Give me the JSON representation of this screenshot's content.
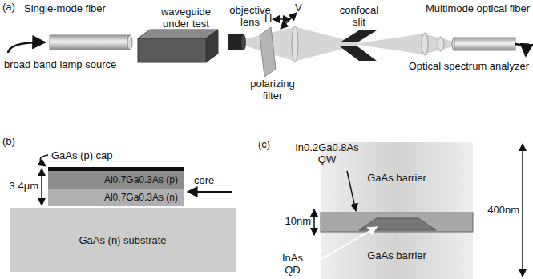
{
  "diagram": {
    "nodes": [
      {
        "text": [
          "Al0.7Ga0.3As (p)"
        ]
      },
      {
        "text": [
          "Al0.7Ga0.3As (n)"
        ]
      },
      {
        "text": [
          "GaAs (n) substrate"
        ]
      },
      {
        "text": [
          "GaAs barrier"
        ]
      },
      {
        "text": [
          "GaAs barrier"
        ]
      }
    ],
    "labels": [
      "(a)",
      "Single-mode fiber",
      "broad band lamp source",
      "waveguide under test",
      "objective lens",
      "H",
      "V",
      "polarizing filter",
      "confocal slit",
      "Multimode optical fiber",
      "Optical spectrum analyzer",
      "(b)",
      "GaAs (p) cap",
      "core",
      "3.4μm",
      "(c)",
      "In0.2Ga0.8As QW",
      "10nm",
      "400nm",
      "InAs QD"
    ]
  }
}
